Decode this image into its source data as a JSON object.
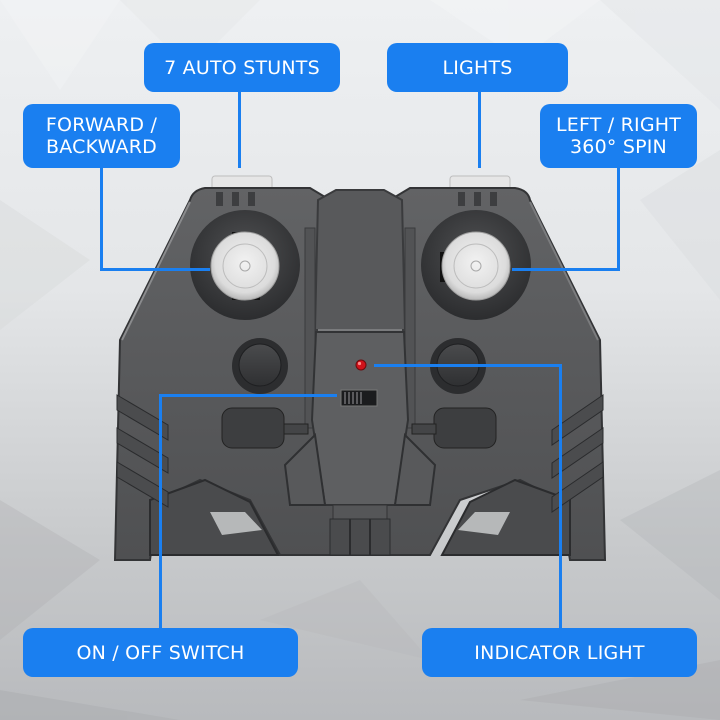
{
  "callouts": {
    "auto_stunts": {
      "label": "7 AUTO STUNTS",
      "target": "left-top-button"
    },
    "lights": {
      "label": "LIGHTS",
      "target": "right-top-button"
    },
    "forward_backward": {
      "label": "FORWARD /\nBACKWARD",
      "target": "left-joystick"
    },
    "left_right_spin": {
      "label": "LEFT / RIGHT\n360° SPIN",
      "target": "right-joystick"
    },
    "on_off_switch": {
      "label": "ON / OFF SWITCH",
      "target": "power-switch"
    },
    "indicator_light": {
      "label": "INDICATOR LIGHT",
      "target": "red-led"
    }
  },
  "colors": {
    "callout_blue": "#1a7ff0",
    "controller_body": "#5a5b5d",
    "joystick_cap": "#e8e8e8",
    "led_red": "#d0121a"
  }
}
